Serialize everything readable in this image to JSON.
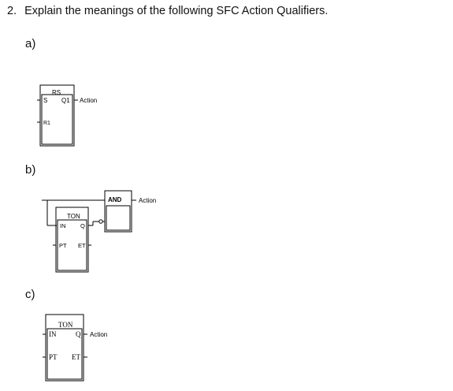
{
  "question": {
    "number": "2.",
    "text": "Explain the meanings of the following SFC Action Qualifiers."
  },
  "parts": [
    {
      "label": "a)"
    },
    {
      "label": "b)"
    },
    {
      "label": "c)"
    }
  ],
  "diagram_a": {
    "block_title": "RS",
    "input_set": "S",
    "input_reset": "R1",
    "output": "Q1",
    "output_label": "Action"
  },
  "diagram_b": {
    "timer_title": "TON",
    "timer_in": "IN",
    "timer_q": "Q",
    "timer_pt": "PT",
    "timer_et": "ET",
    "and_title": "AND",
    "output_label": "Action"
  },
  "diagram_c": {
    "timer_title": "TON",
    "timer_in": "IN",
    "timer_q": "Q",
    "timer_pt": "PT",
    "timer_et": "ET",
    "output_label": "Action"
  }
}
